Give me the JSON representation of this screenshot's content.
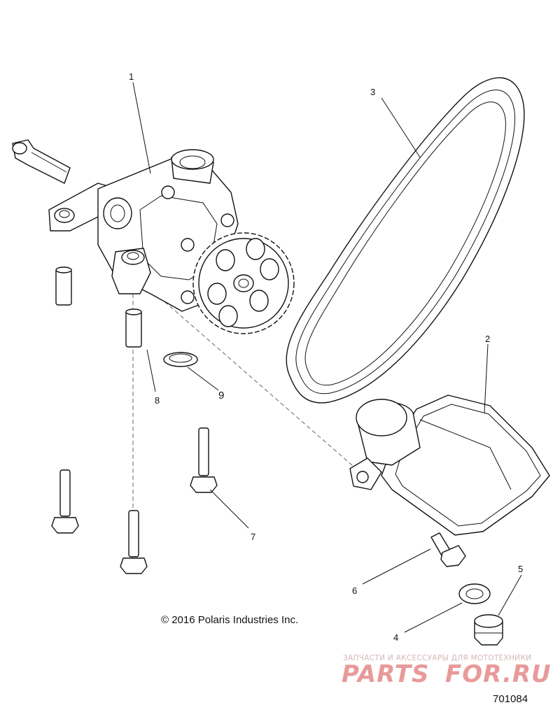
{
  "callouts": {
    "c1": "1",
    "c2": "2",
    "c3": "3",
    "c4": "4",
    "c5": "5",
    "c6": "6",
    "c7": "7",
    "c8": "8",
    "c9": "9"
  },
  "copyright": "© 2016 Polaris Industries Inc.",
  "figure_number": "701084",
  "watermark": {
    "tagline": "ЗАПЧАСТИ И АКСЕССУАРЫ ДЛЯ МОТОТЕХНИКИ",
    "brand_left": "PARTS",
    "brand_right": "FOR.RU",
    "color": "#e89a9a"
  }
}
